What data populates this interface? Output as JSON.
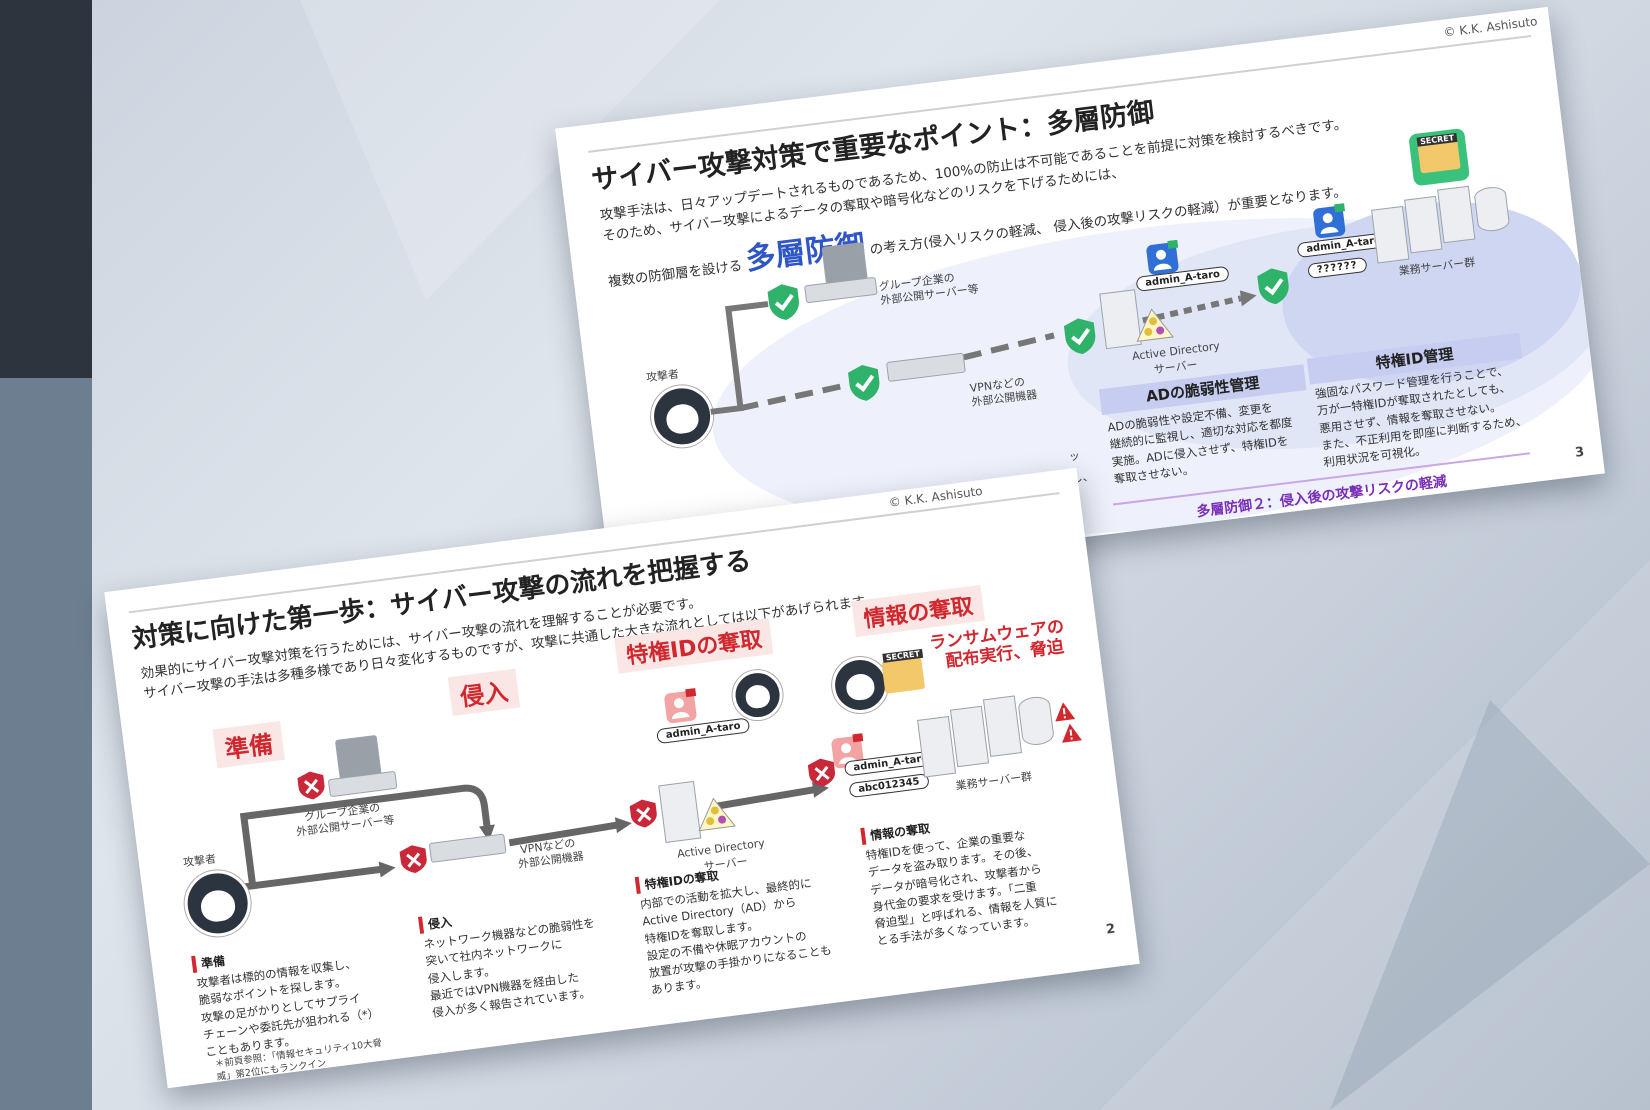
{
  "back_slide": {
    "copyright": "© K.K. Ashisuto",
    "title": "サイバー攻撃対策で重要なポイント：多層防御",
    "para1": "攻撃手法は、日々アップデートされるものであるため、100%の防止は不可能であることを前提に対策を検討するべきです。",
    "para2": "そのため、サイバー攻撃によるデータの奪取や暗号化などのリスクを下げるためには、",
    "para3": "侵入後の攻撃リスクの軽減）が重要となります。",
    "lead_before": "複数の防御層を設ける",
    "emphasis": "多層防御",
    "lead_after": "の考え方(侵入リスクの軽減、",
    "attacker_label": "攻撃者",
    "group_label_1": "グループ企業の",
    "group_label_2": "外部公開サーバー等",
    "vpn_label_1": "VPNなどの",
    "vpn_label_2": "外部公開機器",
    "ad_label_1": "Active Directory",
    "ad_label_2": "サーバー",
    "biz_label": "業務サーバー群",
    "admin_tag_1": "admin_A-taro",
    "admin_tag_2": "admin_A-taro",
    "pw_tag": "??????",
    "secret": "SECRET",
    "col1_header": "ADの脆弱性管理",
    "col1_body": [
      "ADの脆弱性や設定不備、変更を",
      "継続的に監視し、適切な対応を都度",
      "実施。ADに侵入させず、特権IDを",
      "奪取させない。"
    ],
    "col2_header": "特権ID管理",
    "col2_body": [
      "強固なパスワード管理を行うことで、",
      "万が一特権IDが奪取されたとしても、",
      "悪用させず、情報を奪取させない。",
      "また、不正利用を即座に判断するため、",
      "利用状況を可視化。"
    ],
    "edge_frag_1": "ッ",
    "edge_frag_2": "し、",
    "footer": "多層防御２：侵入後の攻撃リスクの軽減",
    "page": "3"
  },
  "front_slide": {
    "copyright": "© K.K. Ashisuto",
    "title": "対策に向けた第一歩：サイバー攻撃の流れを把握する",
    "para1": "効果的にサイバー攻撃対策を行うためには、サイバー攻撃の流れを理解することが必要です。",
    "para2": "サイバー攻撃の手法は多種多様であり日々変化するものですが、攻撃に共通した大きな流れとしては以下があげられます。",
    "phase1": "準備",
    "phase2": "侵入",
    "phase3": "特権IDの奪取",
    "phase4": "情報の奪取",
    "ransom_1": "ランサムウェアの",
    "ransom_2": "配布実行、脅迫",
    "attacker_label": "攻撃者",
    "group_label_1": "グループ企業の",
    "group_label_2": "外部公開サーバー等",
    "vpn_label_1": "VPNなどの",
    "vpn_label_2": "外部公開機器",
    "ad_label_1": "Active Directory",
    "ad_label_2": "サーバー",
    "biz_label": "業務サーバー群",
    "admin_tag_1": "admin_A-taro",
    "admin_tag_2": "admin_A-taro",
    "pw_tag": "abc012345",
    "secret": "SECRET",
    "sec1_h": "準備",
    "sec1_body": [
      "攻撃者は標的の情報を収集し、",
      "脆弱なポイントを探します。",
      "攻撃の足がかりとしてサプライ",
      "チェーンや委託先が狙われる（*）",
      "こともあります。"
    ],
    "sec1_note": [
      "＊前頁参照：「情報セキュリティ10大脅",
      "威」第2位にもランクイン"
    ],
    "sec2_h": "侵入",
    "sec2_body": [
      "ネットワーク機器などの脆弱性を",
      "突いて社内ネットワークに",
      "侵入します。",
      "最近ではVPN機器を経由した",
      "侵入が多く報告されています。"
    ],
    "sec3_h": "特権IDの奪取",
    "sec3_body": [
      "内部での活動を拡大し、最終的に",
      "Active Directory（AD）から",
      "特権IDを奪取します。",
      "設定の不備や休眠アカウントの",
      "放置が攻撃の手掛かりになることも",
      "あります。"
    ],
    "sec4_h": "情報の奪取",
    "sec4_body": [
      "特権IDを使って、企業の重要な",
      "データを盗み取ります。その後、",
      "データが暗号化され、攻撃者から",
      "身代金の要求を受けます。「二重",
      "脅迫型」と呼ばれる、情報を人質に",
      "とる手法が多くなっています。"
    ],
    "page": "2"
  },
  "colors": {
    "accent_red": "#d0282e",
    "accent_blue": "#2f56c8",
    "shield_green": "#2fb36a",
    "purple": "#7a2fb8",
    "dark": "#2d343d"
  },
  "icons": [
    "shield-check-icon",
    "server-icon",
    "building-icon",
    "user-lock-icon",
    "virus-icon",
    "alert-icon",
    "folder-secret-icon"
  ]
}
